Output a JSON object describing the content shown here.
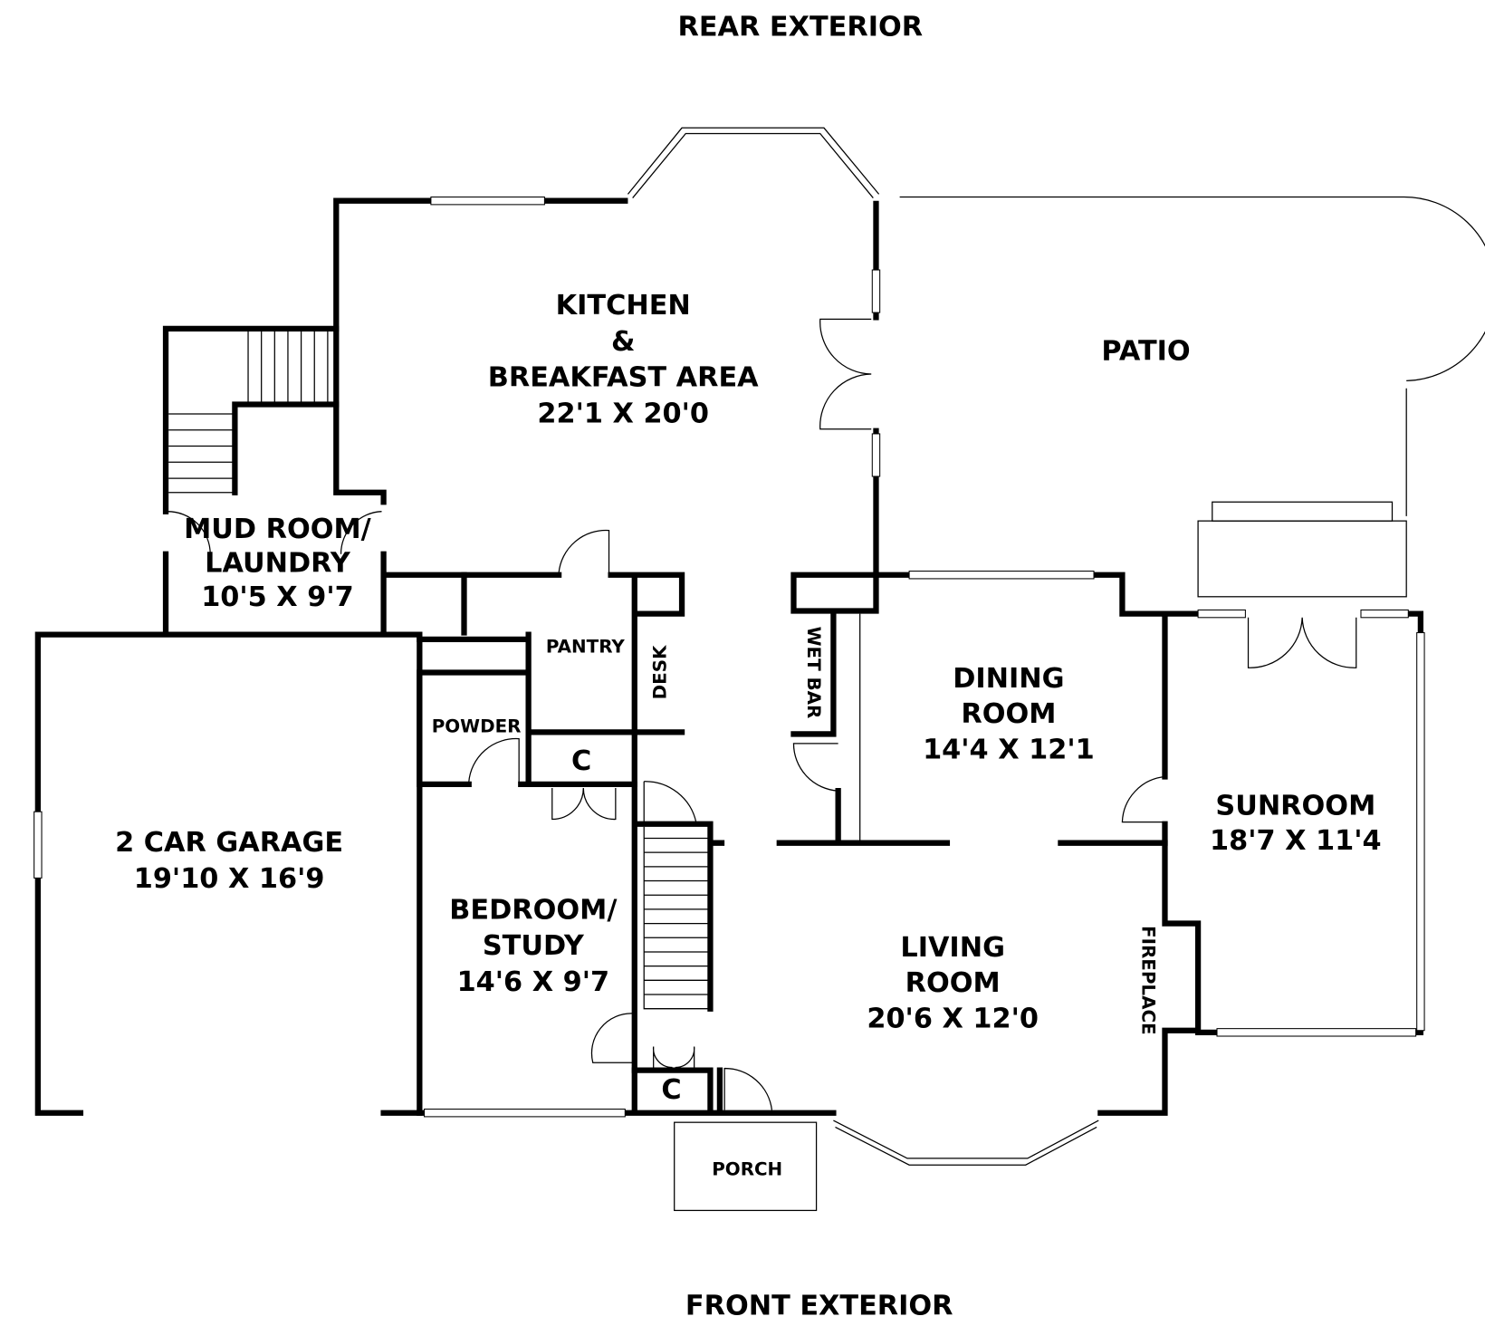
{
  "orientation": {
    "top": "REAR EXTERIOR",
    "bottom": "FRONT EXTERIOR"
  },
  "rooms": {
    "kitchen": {
      "line1": "KITCHEN",
      "line2": "&",
      "line3": "BREAKFAST AREA",
      "dims": "22'1 X 20'0"
    },
    "patio": {
      "name": "PATIO"
    },
    "mudroom": {
      "line1": "MUD ROOM/",
      "line2": "LAUNDRY",
      "dims": "10'5 X 9'7"
    },
    "garage": {
      "name": "2 CAR GARAGE",
      "dims": "19'10 X 16'9"
    },
    "pantry": {
      "name": "PANTRY"
    },
    "desk": {
      "name": "DESK"
    },
    "powder": {
      "name": "POWDER"
    },
    "closet1": {
      "name": "C"
    },
    "closet2": {
      "name": "C"
    },
    "wetbar": {
      "name": "WET BAR"
    },
    "dining": {
      "line1": "DINING",
      "line2": "ROOM",
      "dims": "14'4 X 12'1"
    },
    "sunroom": {
      "name": "SUNROOM",
      "dims": "18'7 X 11'4"
    },
    "bedroom": {
      "line1": "BEDROOM/",
      "line2": "STUDY",
      "dims": "14'6 X 9'7"
    },
    "living": {
      "line1": "LIVING",
      "line2": "ROOM",
      "dims": "20'6 X 12'0"
    },
    "fireplace": {
      "name": "FIREPLACE"
    },
    "porch": {
      "name": "PORCH"
    }
  }
}
